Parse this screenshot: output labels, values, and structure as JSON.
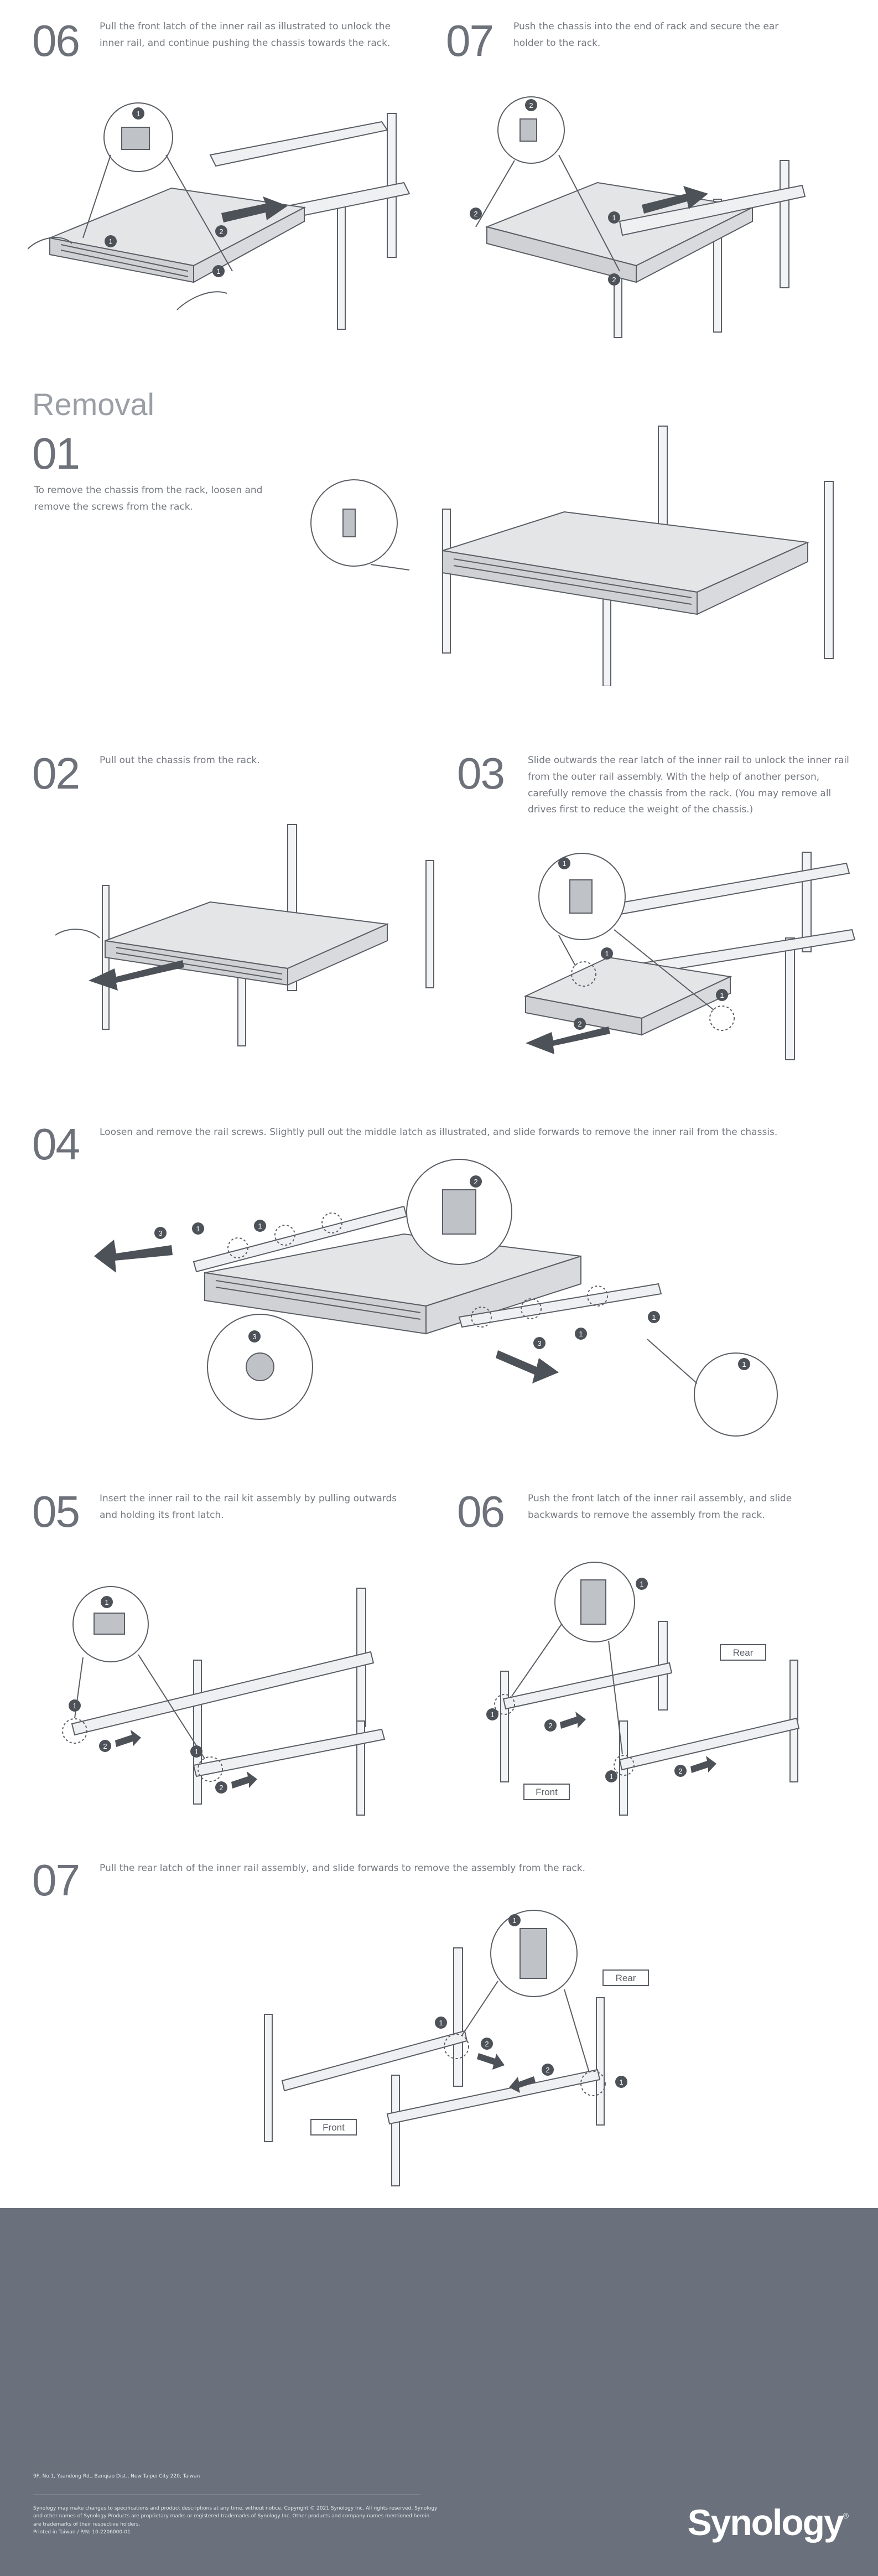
{
  "install": {
    "step06": {
      "num": "06",
      "text_l1": "Pull the front latch of the inner rail as illustrated to unlock the",
      "text_l2": "inner rail, and continue pushing the chassis towards the rack."
    },
    "step07": {
      "num": "07",
      "text_l1": "Push the chassis into the end of rack and secure the ear",
      "text_l2": "holder to the rack."
    }
  },
  "removal": {
    "title": "Removal",
    "step01": {
      "num": "01",
      "text_l1": "To remove the chassis from the rack, loosen and",
      "text_l2": "remove the screws from the rack."
    },
    "step02": {
      "num": "02",
      "text_l1": "Pull out the chassis from the rack."
    },
    "step03": {
      "num": "03",
      "text_l1": "Slide outwards the rear latch of the inner rail to unlock the inner rail",
      "text_l2": "from the outer rail assembly. With the help of another person,",
      "text_l3": "carefully remove the chassis from the rack. (You may remove all",
      "text_l4": "drives first to reduce the weight of the chassis.)"
    },
    "step04": {
      "num": "04",
      "text_l1": "Loosen and remove the rail screws. Slightly pull out the middle latch as illustrated, and slide forwards to remove the inner rail from the chassis."
    },
    "step05": {
      "num": "05",
      "text_l1": "Insert the inner rail to the rail kit assembly by pulling outwards",
      "text_l2": "and holding its front latch."
    },
    "step06": {
      "num": "06",
      "text_l1": "Push the front latch of the inner rail assembly, and slide",
      "text_l2": "backwards to remove the assembly from the rack."
    },
    "step07": {
      "num": "07",
      "text_l1": "Pull the rear latch of the inner rail assembly, and slide forwards to remove the assembly from the rack."
    }
  },
  "labels": {
    "rear": "Rear",
    "front": "Front",
    "c1": "1",
    "c2": "2",
    "c3": "3"
  },
  "footer": {
    "company": "Synology Inc.",
    "address": "9F, No.1, Yuandong Rd., Banqiao Dist., New Taipei City 220, Taiwan",
    "legal_l1": "Synology may make changes to specifications and product descriptions at any time, without notice. Copyright © 2021 Synology Inc. All rights reserved. Synology",
    "legal_l2": "and other names of Synology Products are proprietary marks or registered trademarks of Synology Inc. Other products and company names mentioned herein",
    "legal_l3": "are trademarks of their respective holders.",
    "printed": "Printed in Taiwan  /  P/N: 10-2206000-01",
    "brand": "Synology",
    "brand_mark": "®"
  },
  "colors": {
    "accent": "#6d7179",
    "footer_bg": "#6b717c",
    "line": "#5a5e65",
    "fill": "#e4e5e7"
  }
}
